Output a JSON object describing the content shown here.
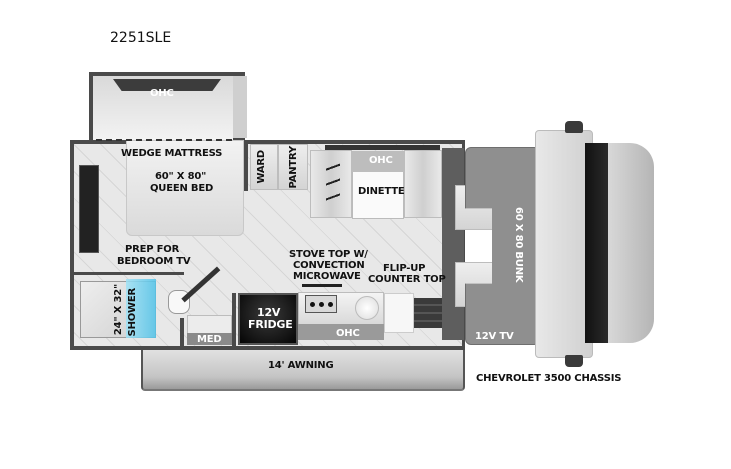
{
  "title": "2251SLE",
  "colors": {
    "wall": "#4a4a4a",
    "floor": "#e6e6e6",
    "shower_accent": "#7fd3f0",
    "fridge": "#0d0d0d",
    "bunk": "#8f8f8f",
    "awning": "#c9c9c9"
  },
  "labels": {
    "bedroom_ohc": "OHC",
    "wedge_mattress": "WEDGE MATTRESS",
    "queen_bed_line1": "60\" X 80\"",
    "queen_bed_line2": "QUEEN BED",
    "prep_tv_line1": "PREP FOR",
    "prep_tv_line2": "BEDROOM TV",
    "ward": "WARD",
    "pantry": "PANTRY",
    "dinette_ohc": "OHC",
    "dinette": "DINETTE",
    "stove_line1": "STOVE TOP W/",
    "stove_line2": "CONVECTION",
    "stove_line3": "MICROWAVE",
    "flipup_line1": "FLIP-UP",
    "flipup_line2": "COUNTER TOP",
    "shower_line1": "24\" X 32\"",
    "shower_line2": "SHOWER",
    "med": "MED",
    "fridge_line1": "12V",
    "fridge_line2": "FRIDGE",
    "kitchen_ohc": "OHC",
    "bunk": "60 X 80 BUNK",
    "tv_12v": "12V TV",
    "awning": "14' AWNING",
    "chassis": "CHEVROLET 3500 CHASSIS"
  }
}
